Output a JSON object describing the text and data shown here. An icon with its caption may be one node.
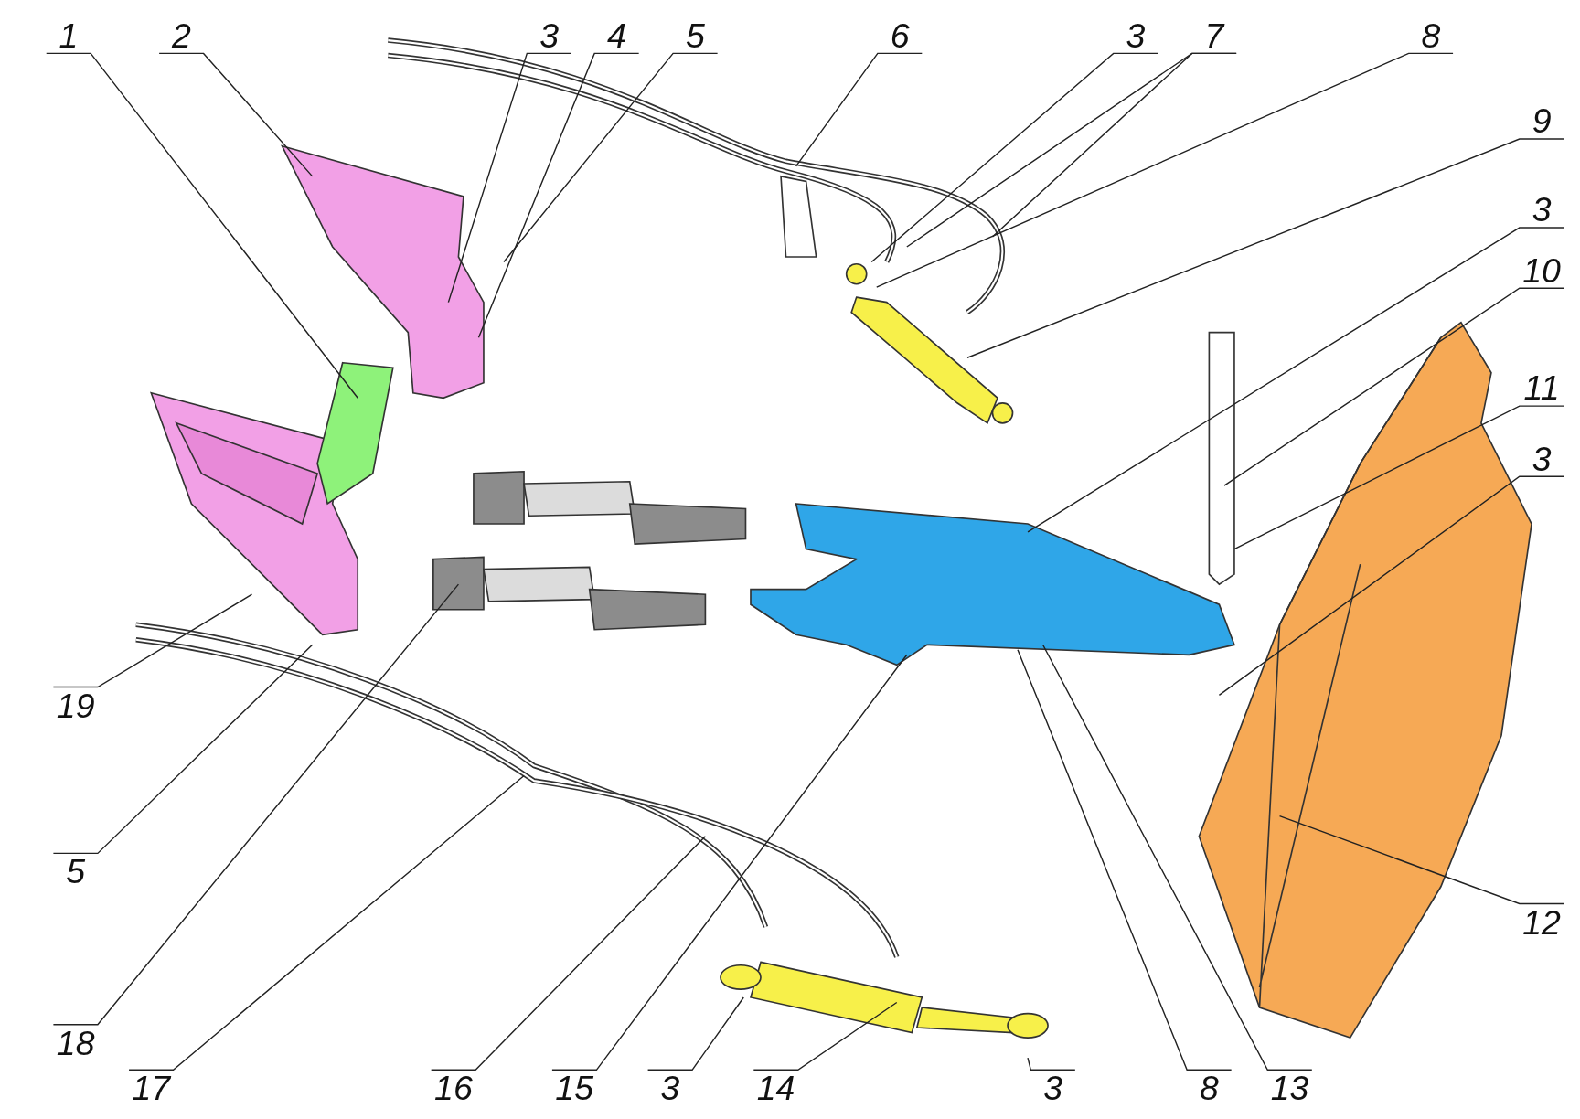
{
  "diagram": {
    "nodes": [
      {
        "text": [
          "1"
        ]
      },
      {
        "text": [
          "2"
        ]
      },
      {
        "text": [
          "3"
        ]
      },
      {
        "text": [
          "4"
        ]
      },
      {
        "text": [
          "5"
        ]
      },
      {
        "text": [
          "6"
        ]
      },
      {
        "text": [
          "3"
        ]
      },
      {
        "text": [
          "7"
        ]
      },
      {
        "text": [
          "8"
        ]
      },
      {
        "text": [
          "9"
        ]
      },
      {
        "text": [
          "3"
        ]
      },
      {
        "text": [
          "10"
        ]
      },
      {
        "text": [
          "11"
        ]
      },
      {
        "text": [
          "3"
        ]
      },
      {
        "text": [
          "12"
        ]
      },
      {
        "text": [
          "19"
        ]
      },
      {
        "text": [
          "5"
        ]
      },
      {
        "text": [
          "18"
        ]
      },
      {
        "text": [
          "17"
        ]
      },
      {
        "text": [
          "16"
        ]
      },
      {
        "text": [
          "15"
        ]
      },
      {
        "text": [
          "3"
        ]
      },
      {
        "text": [
          "14"
        ]
      },
      {
        "text": [
          "3"
        ]
      },
      {
        "text": [
          "8"
        ]
      },
      {
        "text": [
          "13"
        ]
      }
    ],
    "edges": [
      {
        "from": 0,
        "to": null,
        "arrow": "none"
      },
      {
        "from": 1,
        "to": null,
        "arrow": "none"
      },
      {
        "from": 2,
        "to": null,
        "arrow": "none"
      },
      {
        "from": 3,
        "to": null,
        "arrow": "none"
      },
      {
        "from": 4,
        "to": null,
        "arrow": "none"
      },
      {
        "from": 5,
        "to": null,
        "arrow": "none"
      },
      {
        "from": 6,
        "to": null,
        "arrow": "none"
      },
      {
        "from": 7,
        "to": null,
        "arrow": "none"
      },
      {
        "from": 7,
        "to": null,
        "arrow": "none"
      },
      {
        "from": 8,
        "to": null,
        "arrow": "none"
      },
      {
        "from": 9,
        "to": null,
        "arrow": "none"
      },
      {
        "from": 10,
        "to": null,
        "arrow": "none"
      },
      {
        "from": 11,
        "to": null,
        "arrow": "none"
      },
      {
        "from": 12,
        "to": null,
        "arrow": "none"
      },
      {
        "from": 13,
        "to": null,
        "arrow": "none"
      },
      {
        "from": 14,
        "to": null,
        "arrow": "none"
      },
      {
        "from": 15,
        "to": null,
        "arrow": "none"
      },
      {
        "from": 16,
        "to": null,
        "arrow": "none"
      },
      {
        "from": 17,
        "to": null,
        "arrow": "none"
      },
      {
        "from": 18,
        "to": null,
        "arrow": "none"
      },
      {
        "from": 19,
        "to": null,
        "arrow": "none"
      },
      {
        "from": 20,
        "to": null,
        "arrow": "none"
      },
      {
        "from": 21,
        "to": null,
        "arrow": "none"
      },
      {
        "from": 22,
        "to": null,
        "arrow": "none"
      },
      {
        "from": 23,
        "to": null,
        "arrow": "none"
      },
      {
        "from": 24,
        "to": null,
        "arrow": "none"
      },
      {
        "from": 25,
        "to": null,
        "arrow": "none"
      }
    ]
  }
}
